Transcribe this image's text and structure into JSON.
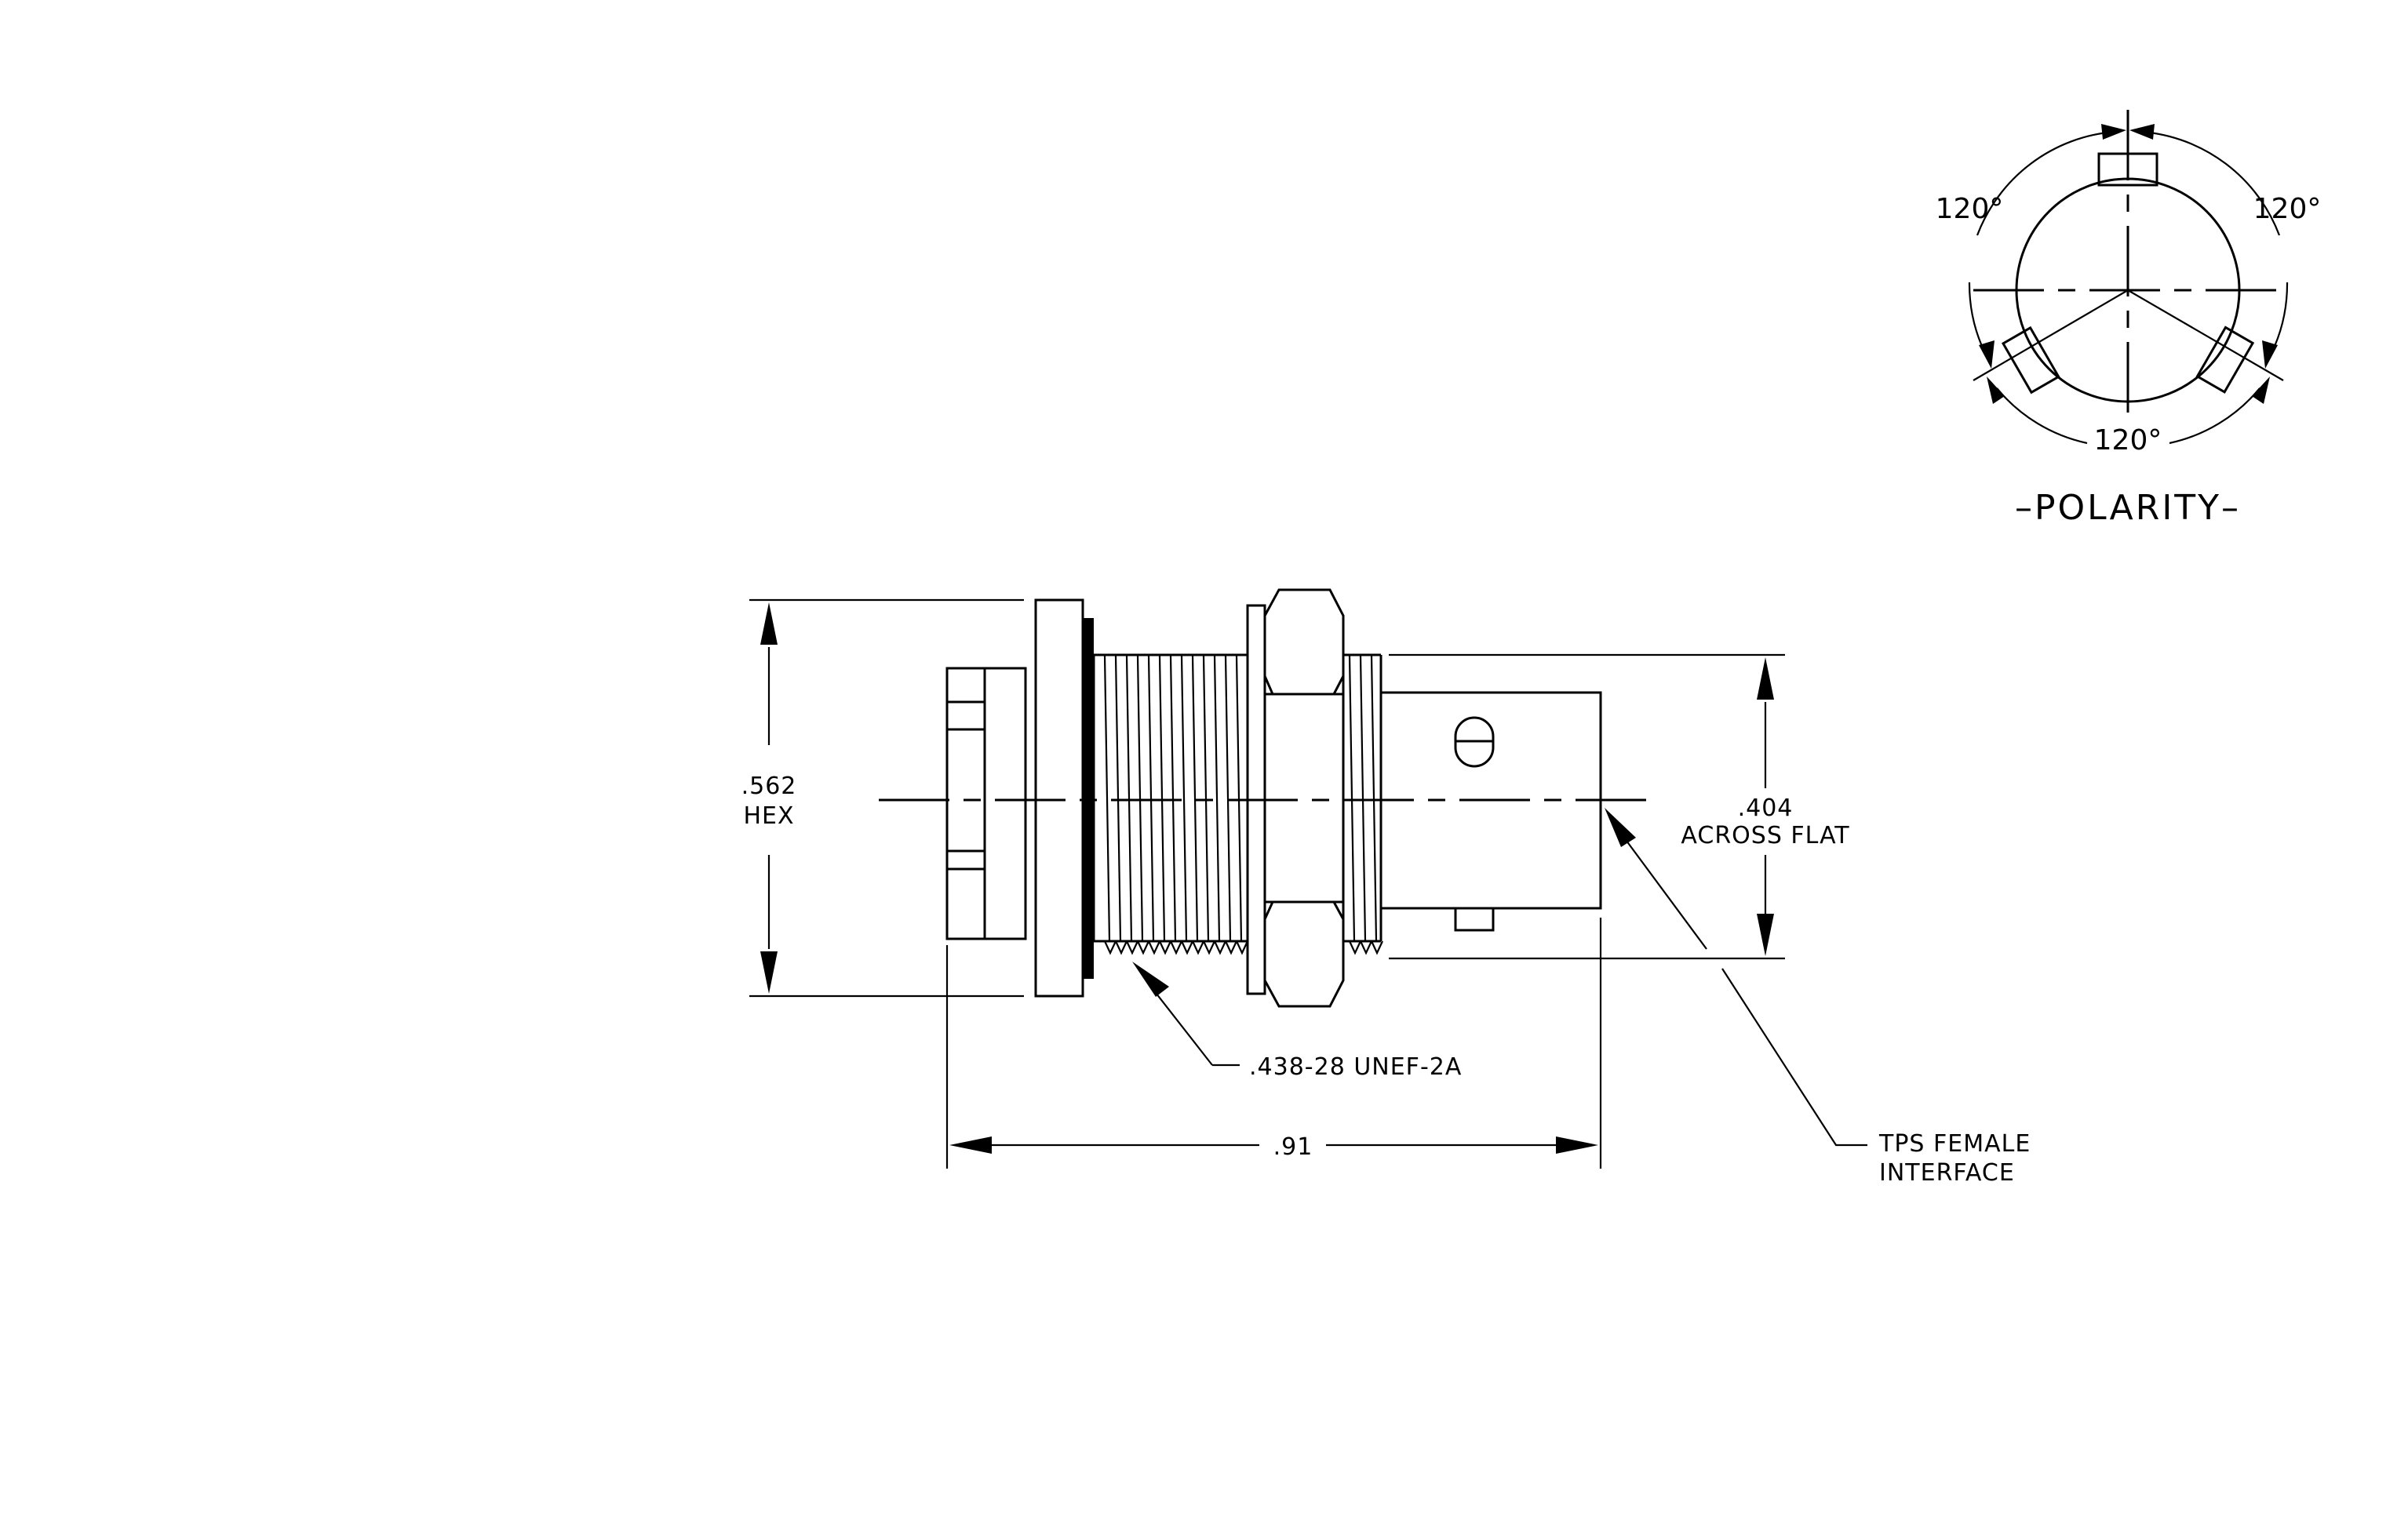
{
  "dimensions": {
    "hex_value": ".562",
    "hex_label": "HEX",
    "flat_value": ".404",
    "flat_label": "ACROSS FLAT",
    "thread": ".438-28 UNEF-2A",
    "length": ".91"
  },
  "callouts": {
    "interface_line1": "TPS FEMALE",
    "interface_line2": "INTERFACE"
  },
  "polarity": {
    "title": "–POLARITY–",
    "angle_left": "120°",
    "angle_right": "120°",
    "angle_bottom": "120°"
  }
}
